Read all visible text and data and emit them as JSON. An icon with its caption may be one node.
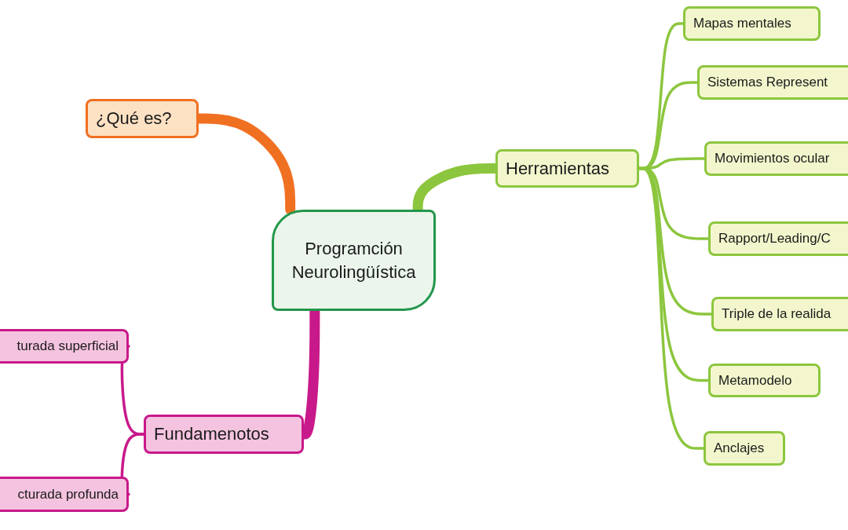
{
  "diagram": {
    "nodes": [
      {
        "text": [
          "Programción Neurolingüística"
        ]
      },
      {
        "text": [
          "¿Qué es?"
        ]
      },
      {
        "text": [
          "Herramientas"
        ]
      },
      {
        "text": [
          "Mapas mentales"
        ]
      },
      {
        "text": [
          "Sistemas Represent"
        ]
      },
      {
        "text": [
          "Movimientos ocular"
        ]
      },
      {
        "text": [
          "Rapport/Leading/C"
        ]
      },
      {
        "text": [
          "Triple de la realida"
        ]
      },
      {
        "text": [
          "Metamodelo"
        ]
      },
      {
        "text": [
          "Anclajes"
        ]
      },
      {
        "text": [
          "Fundamenotos"
        ]
      },
      {
        "text": [
          "turada superficial"
        ]
      },
      {
        "text": [
          "cturada profunda"
        ]
      }
    ],
    "edges": [
      {
        "from": 0,
        "to": 1,
        "arrow": "none",
        "style": "thick",
        "color": "#f07022"
      },
      {
        "from": 0,
        "to": 2,
        "arrow": "none",
        "style": "thick"
      },
      {
        "from": 0,
        "to": 10,
        "arrow": "none",
        "style": "thick",
        "color": "#c8198a"
      },
      {
        "from": 2,
        "to": 3,
        "arrow": "none"
      },
      {
        "from": 2,
        "to": 4,
        "arrow": "none"
      },
      {
        "from": 2,
        "to": 5,
        "arrow": "none"
      },
      {
        "from": 2,
        "to": 6,
        "arrow": "none"
      },
      {
        "from": 2,
        "to": 7,
        "arrow": "none"
      },
      {
        "from": 2,
        "to": 8,
        "arrow": "none"
      },
      {
        "from": 2,
        "to": 9,
        "arrow": "none"
      },
      {
        "from": 10,
        "to": 11,
        "arrow": "none",
        "color": "#c8198a"
      },
      {
        "from": 10,
        "to": 12,
        "arrow": "none",
        "color": "#c8198a"
      }
    ]
  }
}
